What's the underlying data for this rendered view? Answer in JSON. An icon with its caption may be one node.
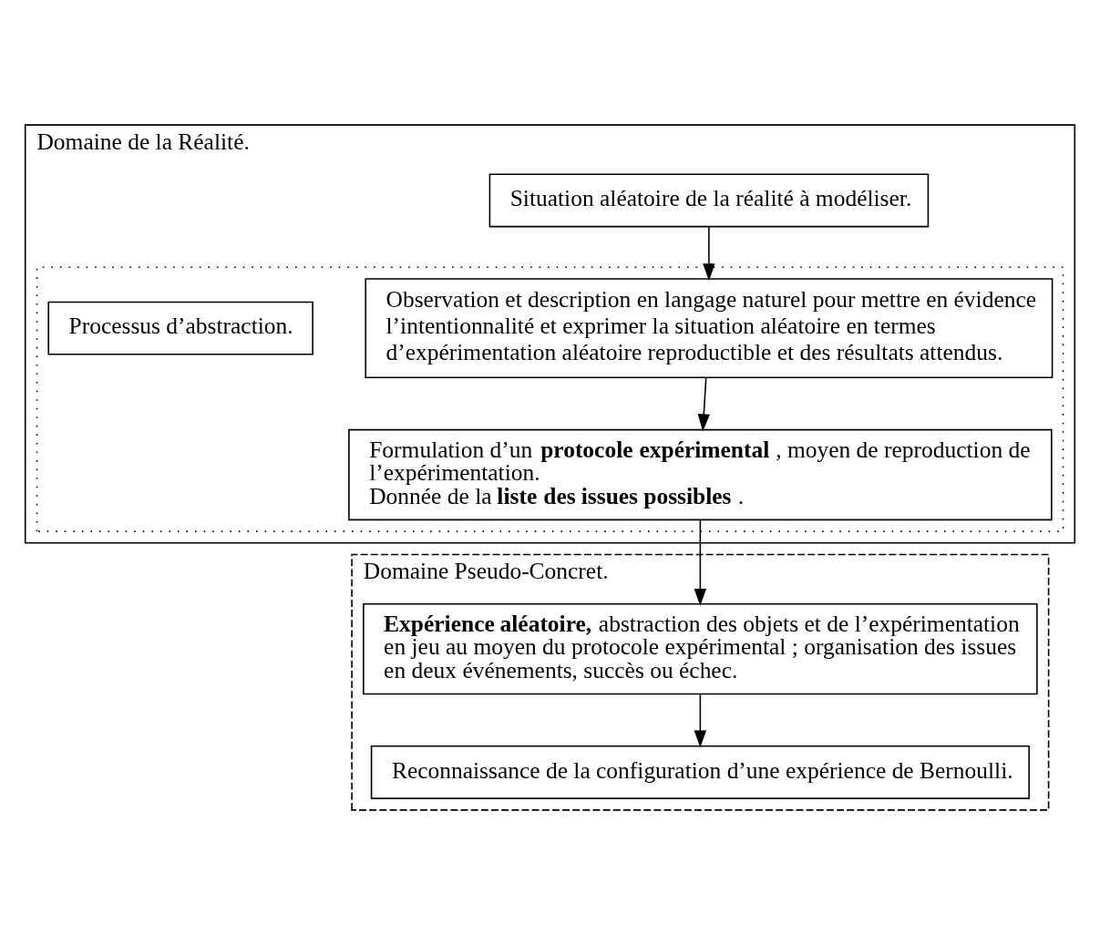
{
  "diagram": {
    "nodes": [
      {
        "text": [
          "Domaine de la Réalité."
        ]
      },
      {
        "text": [
          "Situation aléatoire de la réalité à modéliser."
        ],
        "in": 0
      },
      {
        "text": [],
        "shape": "box",
        "in": 0
      },
      {
        "text": [
          "Observation et description en langage naturel pour mettre en évidence l’intentionnalité et exprimer la situation aléatoire en termes d’expérimentation aléatoire reproductible et des résultats attendus."
        ],
        "in": 2
      },
      {
        "text": [
          "Formulation d’un **protocole expérimental**, moyen de reproduction de l’expérimentation.",
          "Donnée de la **liste des issues possibles**."
        ],
        "in": 2
      },
      {
        "text": [
          "Processus d’abstraction."
        ],
        "in": 2
      },
      {
        "text": [
          "Domaine Pseudo-Concret."
        ]
      },
      {
        "text": [
          "**Expérience aléatoire,** abstraction des objets et de l’expérimentation en jeu au moyen du protocole expérimental ; organisation des issues en deux événements, succès ou échec."
        ],
        "in": 6
      },
      {
        "text": [
          "Reconnaissance de la configuration d’une expérience de Bernoulli."
        ],
        "in": 6
      }
    ],
    "edges": [
      {
        "from": 1,
        "to": 3,
        "arrow": "to"
      },
      {
        "from": 3,
        "to": 4,
        "arrow": "to"
      },
      {
        "from": 4,
        "to": 7,
        "arrow": "to"
      },
      {
        "from": 7,
        "to": 8,
        "arrow": "to"
      }
    ]
  }
}
